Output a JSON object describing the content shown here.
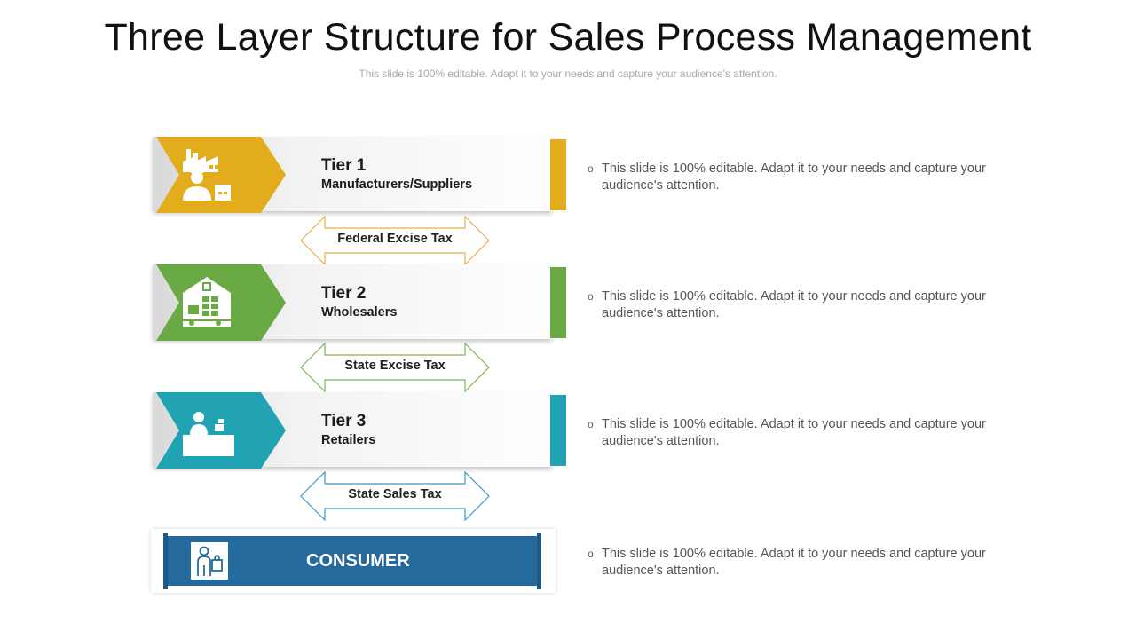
{
  "title": "Three Layer Structure for Sales Process Management",
  "subtitle": "This slide is 100% editable. Adapt it to your needs and capture your audience's attention.",
  "tiers": [
    {
      "name": "Tier 1",
      "sub": "Manufacturers/Suppliers",
      "color": "#e2ac1c",
      "icon": "factory-worker-icon"
    },
    {
      "name": "Tier 2",
      "sub": "Wholesalers",
      "color": "#6aaa45",
      "icon": "warehouse-truck-icon"
    },
    {
      "name": "Tier 3",
      "sub": "Retailers",
      "color": "#22a3b3",
      "icon": "retail-counter-icon"
    }
  ],
  "taxes": [
    {
      "label": "Federal Excise Tax",
      "color": "#e8b14a"
    },
    {
      "label": "State Excise Tax",
      "color": "#7cb35a"
    },
    {
      "label": "State Sales Tax",
      "color": "#3d97c4"
    }
  ],
  "consumer": {
    "label": "CONSUMER",
    "color": "#256a9c",
    "icon": "shopper-icon"
  },
  "bullet_symbol": "o",
  "descriptions": [
    "This slide is 100% editable. Adapt it to your needs and capture your audience's attention.",
    "This slide is 100% editable. Adapt it to your needs and capture your audience's attention.",
    "This slide is 100% editable. Adapt it to your needs and capture your audience's attention.",
    "This slide is 100% editable. Adapt it to your needs and capture your audience's attention."
  ]
}
